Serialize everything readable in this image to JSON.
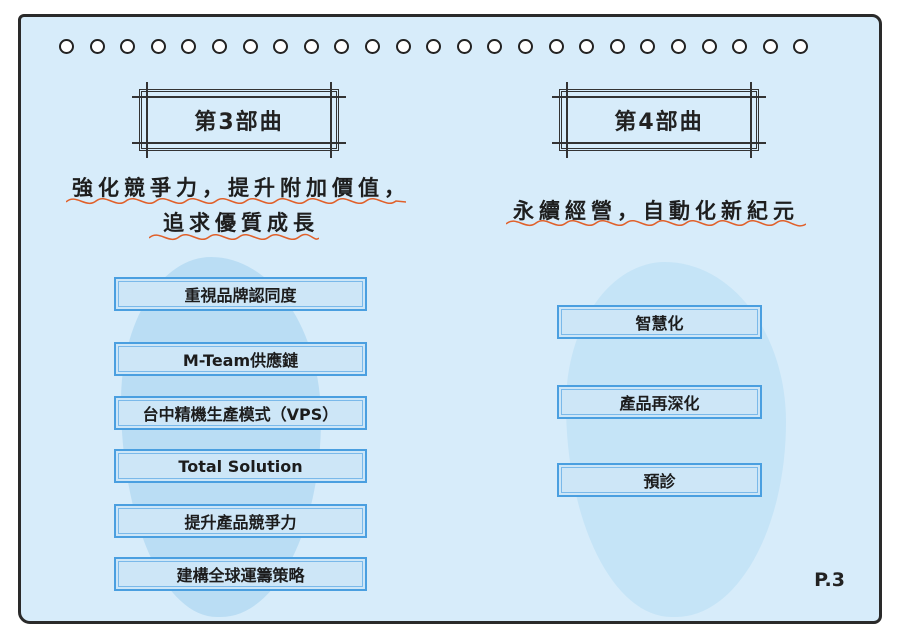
{
  "left": {
    "title": "第3部曲",
    "heading_line1": "強化競爭力，提升附加價值，",
    "heading_line2": "追求優質成長",
    "items": [
      {
        "label": "重視品牌認同度"
      },
      {
        "label": "M-Team供應鏈"
      },
      {
        "label": "台中精機生產模式（VPS）"
      },
      {
        "label": "Total Solution"
      },
      {
        "label": "提升產品競爭力"
      },
      {
        "label": "建構全球運籌策略"
      }
    ]
  },
  "right": {
    "title": "第4部曲",
    "heading": "永續經營，自動化新紀元",
    "items": [
      {
        "label": "智慧化"
      },
      {
        "label": "產品再深化"
      },
      {
        "label": "預診"
      }
    ]
  },
  "page_number": "P.3",
  "colors": {
    "paper": "#d7ecfa",
    "box_border": "#4a9fe0",
    "squiggle": "#e0602a",
    "outline": "#2a2a2a"
  }
}
